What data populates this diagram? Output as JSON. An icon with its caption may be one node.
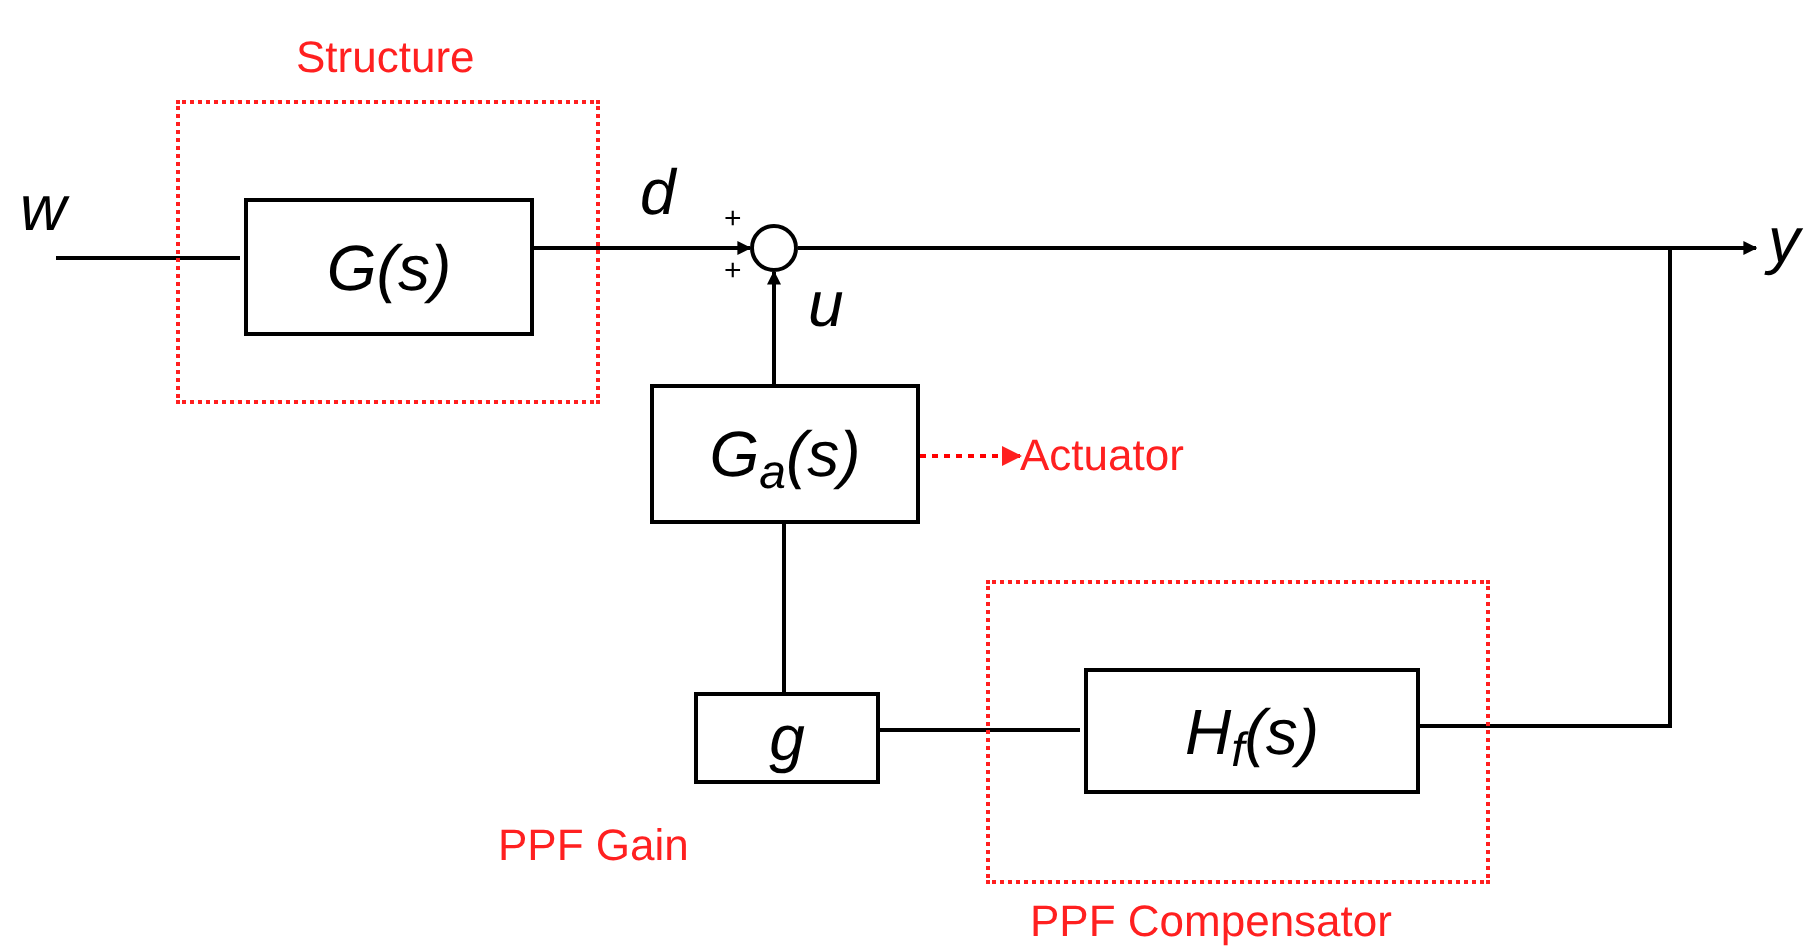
{
  "diagram": {
    "nodes": [
      {
        "text": [
          "Structure"
        ]
      },
      {
        "text": [
          "G(s)"
        ],
        "in": 0
      },
      {
        "text": [],
        "shape": "circle"
      },
      {
        "text": [
          "G$_{a}$(s)"
        ]
      },
      {
        "text": [
          "g"
        ],
        "beside": [
          "PPF Gain"
        ]
      },
      {
        "text": [
          "PPF Compensator"
        ]
      },
      {
        "text": [
          "H$_{f}$(s)"
        ],
        "in": 5
      },
      {
        "text": [
          "Actuator"
        ]
      }
    ],
    "edges": [
      {
        "from": null,
        "to": 1,
        "arrow": "none",
        "label": "w"
      },
      {
        "from": 1,
        "to": 2,
        "arrow": "to",
        "label": "d"
      },
      {
        "from": 3,
        "to": 2,
        "arrow": "to",
        "label": "u"
      },
      {
        "from": 2,
        "to": null,
        "arrow": "to",
        "label": "y"
      },
      {
        "from": 2,
        "to": 6,
        "arrow": "none"
      },
      {
        "from": 6,
        "to": 4,
        "arrow": "none"
      },
      {
        "from": 4,
        "to": 3,
        "arrow": "none"
      },
      {
        "from": 3,
        "to": 7,
        "arrow": "to",
        "style": "dashed",
        "color": "#ff0000"
      }
    ],
    "labels": [
      "+",
      "+"
    ]
  }
}
